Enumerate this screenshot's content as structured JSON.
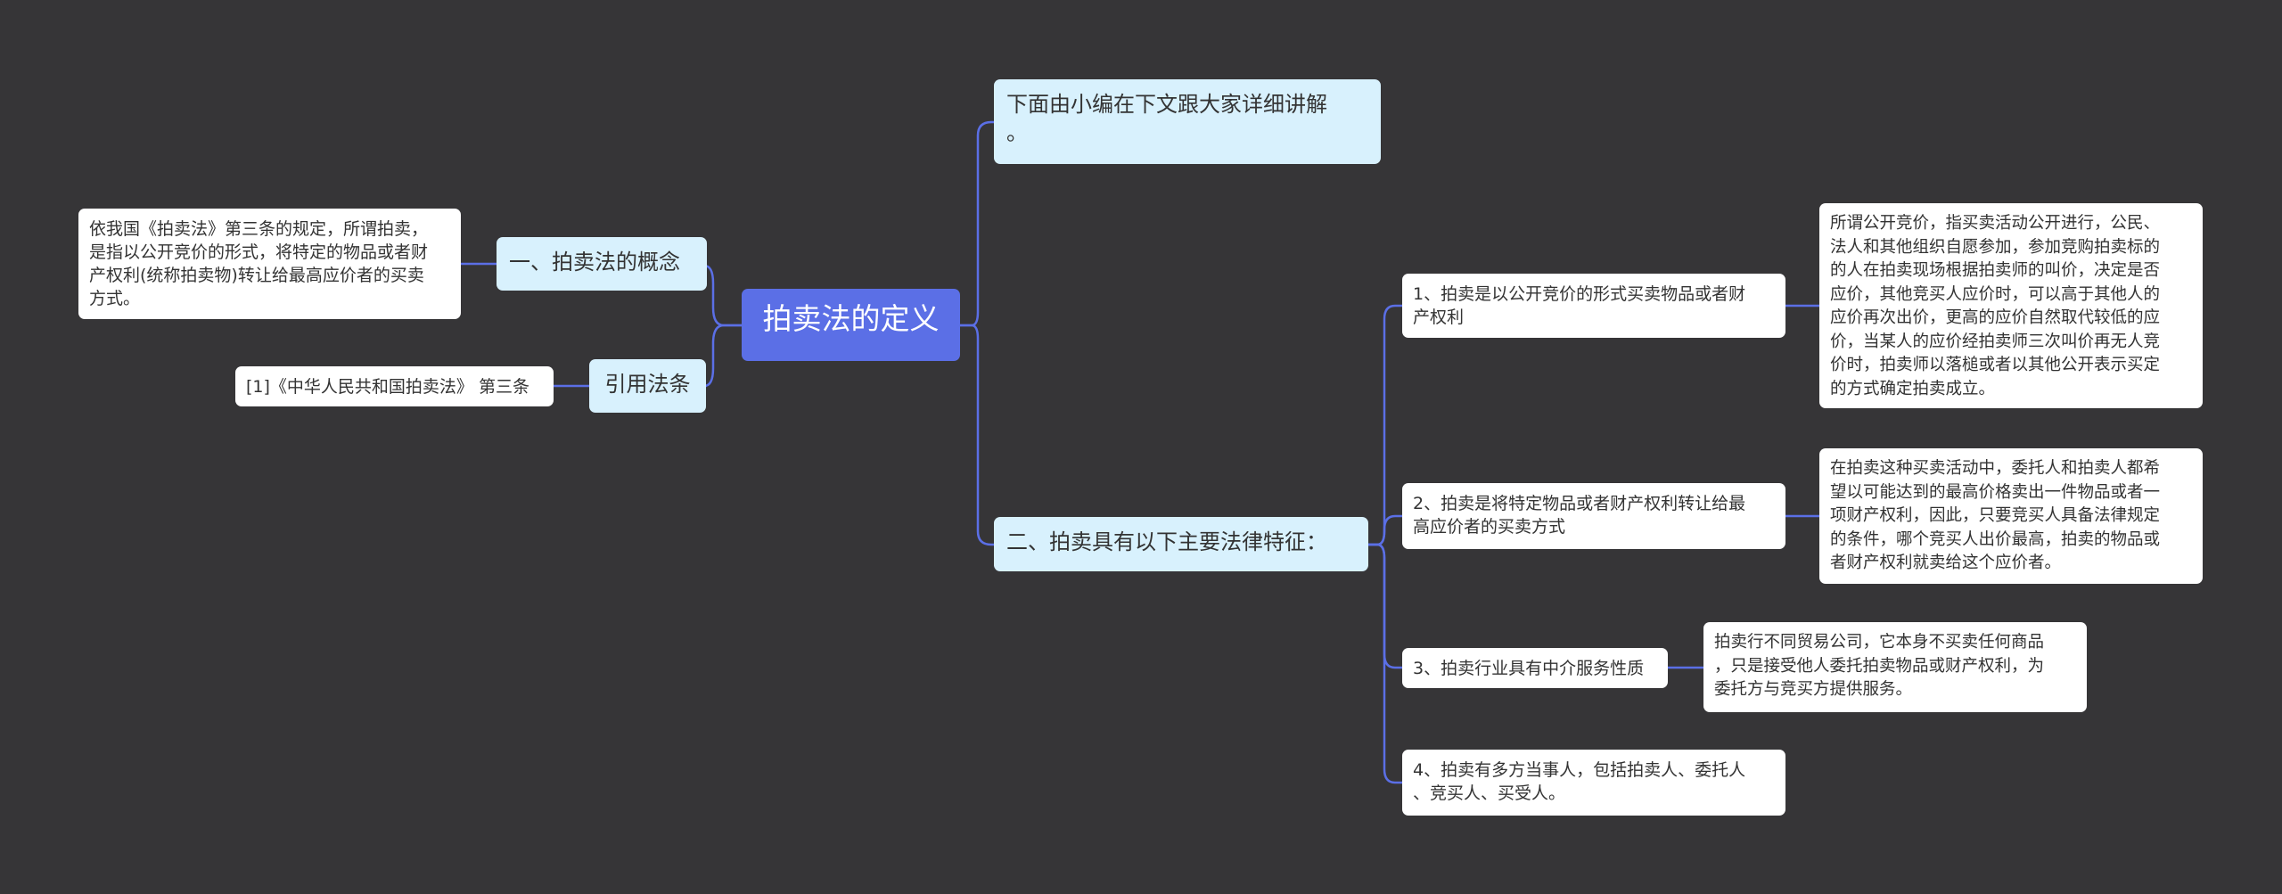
{
  "colors": {
    "background": "#363537",
    "connector": "#5b6fe6",
    "root_fill": "#5b6fe6",
    "branch_fill": "#d8f1fd",
    "leaf_fill": "#ffffff"
  },
  "root": "拍卖法的定义",
  "left": {
    "concept": {
      "label": "一、拍卖法的概念",
      "detail": "依我国《拍卖法》第三条的规定，所谓拍卖，\n是指以公开竞价的形式，将特定的物品或者财\n产权利(统称拍卖物)转让给最高应价者的买卖\n方式。"
    },
    "citation": {
      "label": "引用法条",
      "detail": "[1]《中华人民共和国拍卖法》 第三条"
    }
  },
  "right": {
    "intro": "下面由小编在下文跟大家详细讲解\n。",
    "features": {
      "label": "二、拍卖具有以下主要法律特征：",
      "items": [
        {
          "text": "1、拍卖是以公开竞价的形式买卖物品或者财\n产权利",
          "detail": "所谓公开竞价，指买卖活动公开进行，公民、\n法人和其他组织自愿参加，参加竞购拍卖标的\n的人在拍卖现场根据拍卖师的叫价，决定是否\n应价，其他竞买人应价时，可以高于其他人的\n应价再次出价，更高的应价自然取代较低的应\n价，当某人的应价经拍卖师三次叫价再无人竞\n价时，拍卖师以落槌或者以其他公开表示买定\n的方式确定拍卖成立。"
        },
        {
          "text": "2、拍卖是将特定物品或者财产权利转让给最\n高应价者的买卖方式",
          "detail": "在拍卖这种买卖活动中，委托人和拍卖人都希\n望以可能达到的最高价格卖出一件物品或者一\n项财产权利，因此，只要竞买人具备法律规定\n的条件，哪个竞买人出价最高，拍卖的物品或\n者财产权利就卖给这个应价者。"
        },
        {
          "text": "3、拍卖行业具有中介服务性质",
          "detail": "拍卖行不同贸易公司，它本身不买卖任何商品\n，只是接受他人委托拍卖物品或财产权利，为\n委托方与竞买方提供服务。"
        },
        {
          "text": "4、拍卖有多方当事人，包括拍卖人、委托人\n、竞买人、买受人。"
        }
      ]
    }
  }
}
